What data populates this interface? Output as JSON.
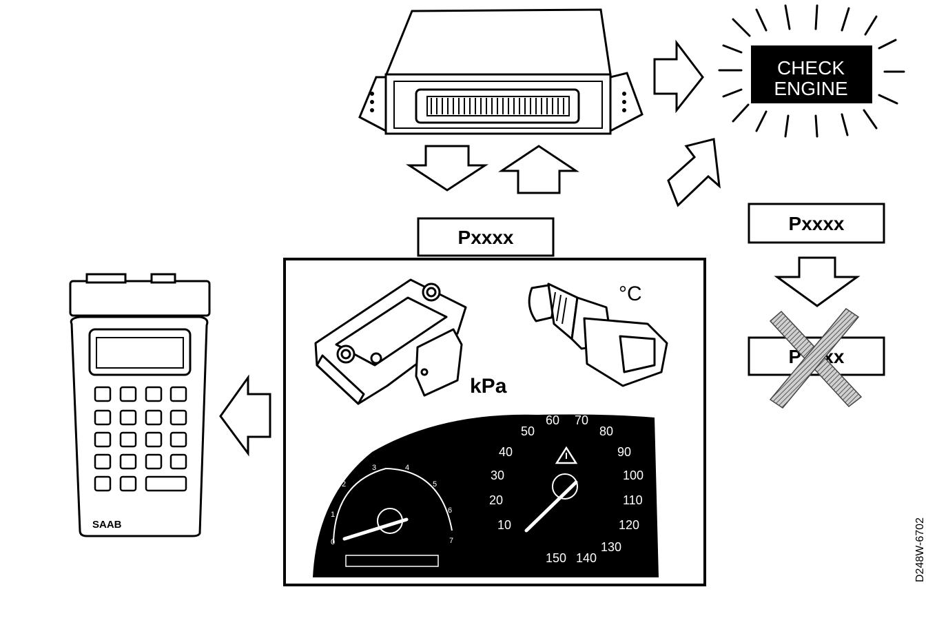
{
  "check_engine": {
    "line1": "CHECK",
    "line2": "ENGINE"
  },
  "code_box_center": "Pxxxx",
  "code_box_right": "Pxxxx",
  "code_box_crossed": "Pxxxx",
  "units": {
    "pressure": "kPa",
    "temperature": "°C"
  },
  "scan_tool_brand": "SAAB",
  "figure_id": "D248W-6702",
  "speedometer_labels": [
    "10",
    "20",
    "30",
    "40",
    "50",
    "60",
    "70",
    "80",
    "90",
    "100",
    "110",
    "120",
    "130",
    "140",
    "150"
  ],
  "tachometer_labels": [
    "0",
    "1",
    "2",
    "3",
    "4",
    "5",
    "6",
    "7"
  ],
  "colors": {
    "ink": "#000000",
    "paper": "#ffffff",
    "cross_hatch": "#7a7a7a"
  }
}
